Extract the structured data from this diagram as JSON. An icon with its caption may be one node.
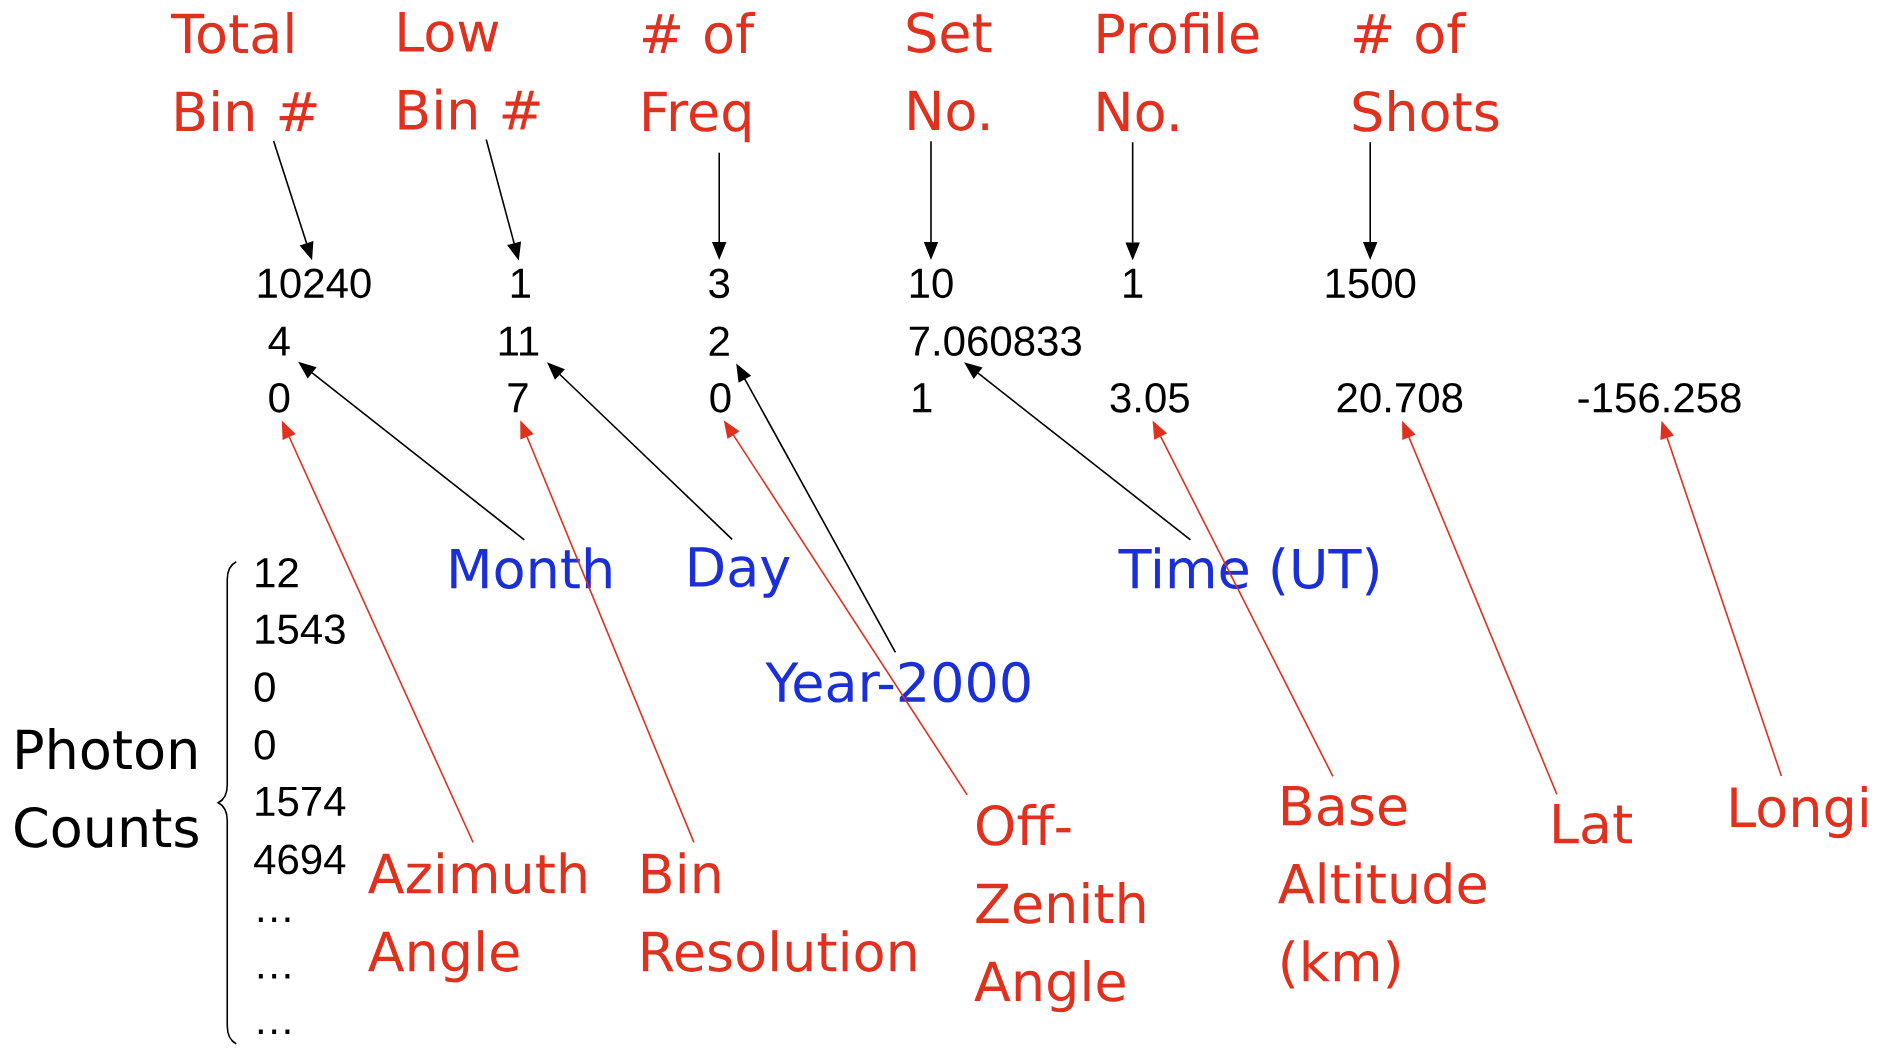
{
  "diagram": {
    "nodes": [
      {
        "text": [
          "Total Bin #"
        ]
      },
      {
        "text": [
          "Low Bin #"
        ]
      },
      {
        "text": [
          "# of Freq"
        ]
      },
      {
        "text": [
          "Set No."
        ]
      },
      {
        "text": [
          "Profile No."
        ]
      },
      {
        "text": [
          "# of Shots"
        ]
      },
      {
        "text": [
          "10240"
        ]
      },
      {
        "text": [
          "1"
        ]
      },
      {
        "text": [
          "3"
        ]
      },
      {
        "text": [
          "10"
        ]
      },
      {
        "text": [
          "1"
        ]
      },
      {
        "text": [
          "1500"
        ]
      },
      {
        "text": [
          "4"
        ]
      },
      {
        "text": [
          "11"
        ]
      },
      {
        "text": [
          "2"
        ]
      },
      {
        "text": [
          "7.060833"
        ]
      },
      {
        "text": [
          "0"
        ]
      },
      {
        "text": [
          "7"
        ]
      },
      {
        "text": [
          "0"
        ]
      },
      {
        "text": [
          "1"
        ]
      },
      {
        "text": [
          "3.05"
        ]
      },
      {
        "text": [
          "20.708"
        ]
      },
      {
        "text": [
          "-156.258"
        ]
      },
      {
        "text": [
          "Month"
        ]
      },
      {
        "text": [
          "Day"
        ]
      },
      {
        "text": [
          "Time (UT)"
        ]
      },
      {
        "text": [
          "Year-2000"
        ]
      },
      {
        "text": [
          "Azimuth Angle"
        ]
      },
      {
        "text": [
          "Bin Resolution"
        ]
      },
      {
        "text": [
          "Off-Zenith Angle"
        ]
      },
      {
        "text": [
          "Base Altitude (km)"
        ]
      },
      {
        "text": [
          "Lat"
        ]
      },
      {
        "text": [
          "Longi"
        ]
      }
    ],
    "edges": [
      {
        "from": 0,
        "to": 6,
        "arrow": "to"
      },
      {
        "from": 1,
        "to": 7,
        "arrow": "to"
      },
      {
        "from": 2,
        "to": 8,
        "arrow": "to"
      },
      {
        "from": 3,
        "to": 9,
        "arrow": "to"
      },
      {
        "from": 4,
        "to": 10,
        "arrow": "to"
      },
      {
        "from": 5,
        "to": 11,
        "arrow": "to"
      },
      {
        "from": 23,
        "to": 12,
        "arrow": "to"
      },
      {
        "from": 24,
        "to": 13,
        "arrow": "to"
      },
      {
        "from": 26,
        "to": 14,
        "arrow": "to"
      },
      {
        "from": 25,
        "to": 15,
        "arrow": "to"
      },
      {
        "from": 27,
        "to": 16,
        "arrow": "to",
        "color": "#e0301e"
      },
      {
        "from": 28,
        "to": 17,
        "arrow": "to",
        "color": "#e0301e"
      },
      {
        "from": 29,
        "to": 18,
        "arrow": "to",
        "color": "#e0301e"
      },
      {
        "from": 30,
        "to": 20,
        "arrow": "to",
        "color": "#e0301e"
      },
      {
        "from": 31,
        "to": 21,
        "arrow": "to",
        "color": "#e0301e"
      },
      {
        "from": 32,
        "to": 22,
        "arrow": "to",
        "color": "#e0301e"
      }
    ],
    "labels": [
      "12",
      "1543",
      "0",
      "0",
      "1574",
      "4694",
      "…",
      "…",
      "…",
      "Photon Counts"
    ]
  }
}
